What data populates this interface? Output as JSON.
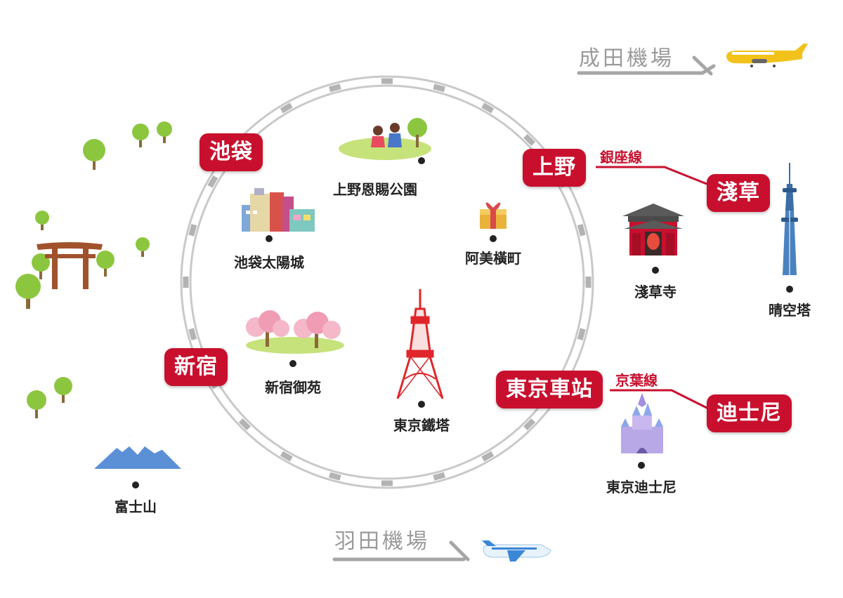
{
  "airports": {
    "narita": "成田機場",
    "haneda": "羽田機場"
  },
  "stations": {
    "ikebukuro": "池袋",
    "shinjuku": "新宿",
    "ueno": "上野",
    "asakusa": "淺草",
    "tokyo_station": "東京車站",
    "disney": "迪士尼"
  },
  "lines": {
    "ginza": "銀座線",
    "keiyo": "京葉線"
  },
  "landmarks": {
    "ueno_park": "上野恩賜公園",
    "sunshine_city": "池袋太陽城",
    "ameyoko": "阿美橫町",
    "sensoji": "淺草寺",
    "skytree": "晴空塔",
    "gyoen": "新宿御苑",
    "tokyo_tower": "東京鐵塔",
    "tokyo_disney": "東京迪士尼",
    "fuji": "富士山"
  },
  "colors": {
    "station_red": "#c8102e",
    "rail_gray": "#b3b3b3",
    "arrow_gray": "#a6a6a6",
    "tree_green": "#8cc63f",
    "torii_brown": "#a0522d",
    "fuji_blue": "#5b8fd6",
    "tower_red": "#e0262b"
  },
  "icons": [
    "tree-icon",
    "torii-icon",
    "mount-fuji-icon",
    "picnic-icon",
    "building-icon",
    "gift-icon",
    "temple-gate-icon",
    "skytree-icon",
    "cherry-blossom-icon",
    "tokyo-tower-icon",
    "castle-icon",
    "airplane-icon"
  ]
}
